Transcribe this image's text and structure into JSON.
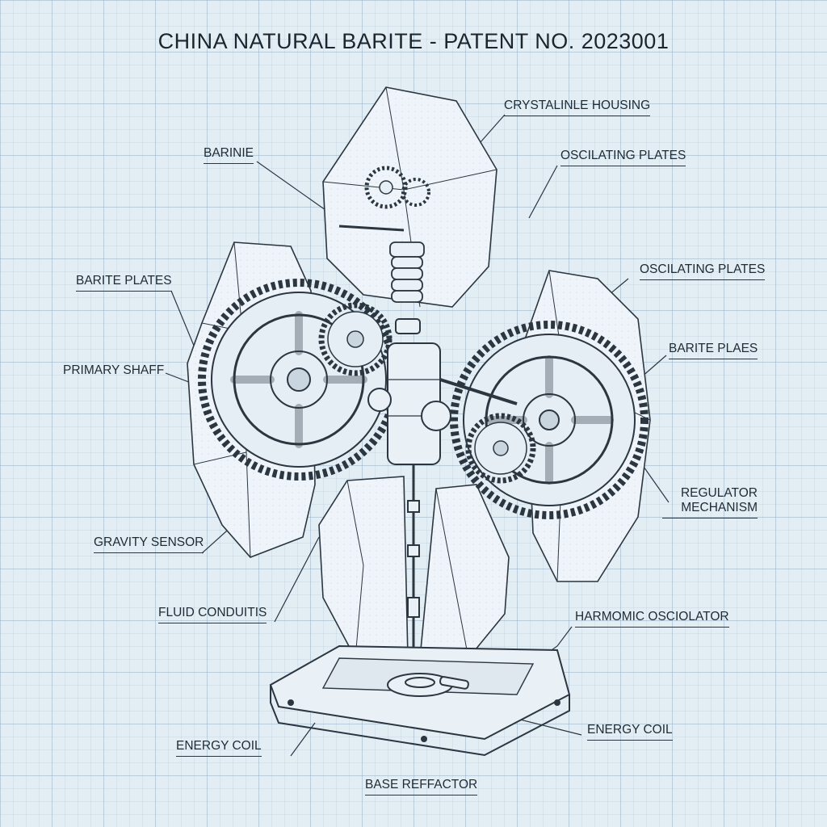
{
  "diagram": {
    "title": "CHINA NATURAL BARITE - PATENT NO. 2023001",
    "labels": {
      "crystalline_housing": "CRYSTALINLE HOUSING",
      "barinie": "BARINIE",
      "oscilating_plates_top": "OSCILATING PLATES",
      "barite_plates_left": "BARITE PLATES",
      "oscilating_plates_right": "OSCILATING PLATES",
      "primary_shaff": "PRIMARY SHAFF",
      "barite_plates_right": "BARITE PLAES",
      "regulator_line1": "REGULATOR",
      "regulator_line2": "MECHANISM",
      "gravity_sensor": "GRAVITY SENSOR",
      "fluid_conduits": "FLUID CONDUITIS",
      "harmonic_oscilator": "HARMOMIC OSCIOLATOR",
      "energy_coil_left": "ENERGY COIL",
      "energy_coil_right": "ENERGY COIL",
      "base_reffactor": "BASE REFFACTOR"
    },
    "colors": {
      "background": "#e3edf4",
      "ink": "#1f2a33",
      "crystal_fill": "#eef4f9"
    }
  }
}
